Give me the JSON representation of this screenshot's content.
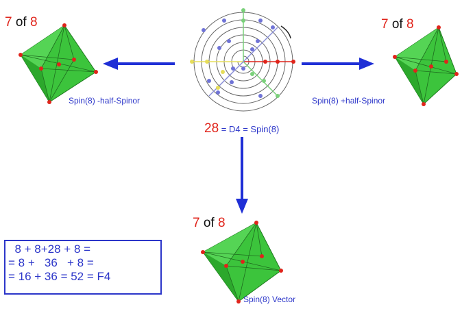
{
  "left_polytope": {
    "count_num": "7",
    "count_of": "of",
    "count_den": "8",
    "caption": "Spin(8) -half-Spinor"
  },
  "right_polytope": {
    "count_num": "7",
    "count_of": "of",
    "count_den": "8",
    "caption": "Spin(8) +half-Spinor"
  },
  "bottom_polytope": {
    "count_num": "7",
    "count_of": "of",
    "count_den": "8",
    "caption": "Spin(8) Vector"
  },
  "center": {
    "number": "28",
    "rest": "= D4 = Spin(8)"
  },
  "formula": {
    "line1": "  8 + 8+28 + 8 =",
    "line2": "= 8 +   36   + 8 =",
    "line3": "= 16 + 36 = 52 = F4"
  },
  "colors": {
    "arrow": "#1f2fd6",
    "octahedron": "#3cc43c",
    "vertex": "#e0241b",
    "text": "#2b35c9",
    "accent": "#e0241b"
  }
}
